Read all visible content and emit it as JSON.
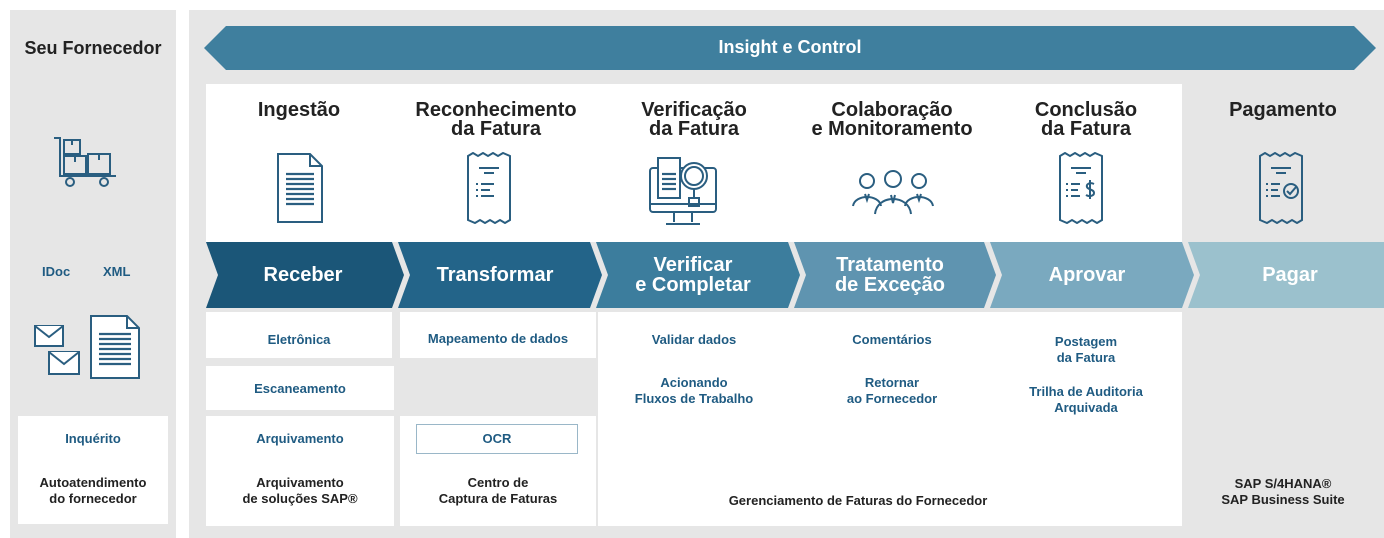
{
  "supplier": {
    "title": "Seu Fornecedor",
    "formats": [
      "IDoc",
      "XML"
    ],
    "inquiry": "Inquérito",
    "self_service": "Autoatendimento\ndo fornecedor"
  },
  "banner": {
    "label": "Insight e Control"
  },
  "columns": [
    {
      "header": "Ingestão",
      "stage": "Receber",
      "stage_color": "#1b5678"
    },
    {
      "header": "Reconhecimento\nda Fatura",
      "stage": "Transformar",
      "stage_color": "#236489"
    },
    {
      "header": "Verificação\nda Fatura",
      "stage": "Verificar\ne Completar",
      "stage_color": "#3c7d9d"
    },
    {
      "header": "Colaboração\ne Monitoramento",
      "stage": "Tratamento\nde Exceção",
      "stage_color": "#5f94b0"
    },
    {
      "header": "Conclusão\nda Fatura",
      "stage": "Aprovar",
      "stage_color": "#7aa9bf"
    },
    {
      "header": "Pagamento",
      "stage": "Pagar",
      "stage_color": "#9bc1cd"
    }
  ],
  "ingestion": {
    "electronic": "Eletrônica",
    "scanning": "Escaneamento",
    "archiving": "Arquivamento",
    "archiving_solutions": "Arquivamento\nde soluções SAP®"
  },
  "recognition": {
    "data_mapping": "Mapeamento de dados",
    "ocr": "OCR",
    "capture_center": "Centro de\nCaptura de Faturas"
  },
  "verification": {
    "validate": "Validar dados",
    "workflows": "Acionando\nFluxos de Trabalho"
  },
  "collaboration": {
    "comments": "Comentários",
    "return": "Retornar\nao Fornecedor"
  },
  "completion": {
    "posting": "Postagem\nda Fatura",
    "audit": "Trilha de Auditoria\nArquivada"
  },
  "vim_label": "Gerenciamento de Faturas do Fornecedor",
  "payment": {
    "systems": "SAP S/4HANA®\nSAP Business Suite"
  },
  "colors": {
    "navy": "#1f5b82",
    "gray": "#e6e6e6",
    "banner": "#3f7f9e",
    "icon": "#2a5e80"
  },
  "icons": [
    "warehouse-cart-icon",
    "email-icon",
    "document-icon",
    "receipt-icon",
    "monitor-magnifier-icon",
    "people-group-icon",
    "receipt-dollar-icon",
    "receipt-check-icon"
  ]
}
